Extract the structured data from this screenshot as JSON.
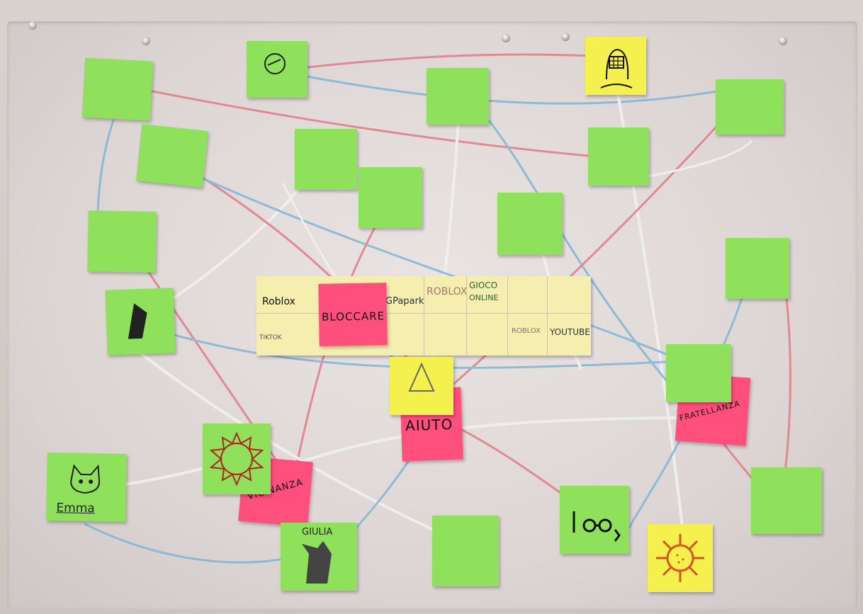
{
  "image": {
    "subject": "Sticky-note concept map on a wall poster connected by colored strings",
    "central_strip": {
      "cells": [
        "Roblox",
        "GPapark",
        "ROBLOX",
        "GIOCO",
        "ONLINE",
        "TIKTOK",
        "YOUTUBE",
        "ROBLOX"
      ]
    },
    "pink_notes": {
      "bloccare": "BLOCCARE",
      "aiuto": "AIUTO",
      "vicinanza": "VICINANZA",
      "fratellanza": "FRATELLANZA"
    },
    "green_notes": {
      "emma": "Emma",
      "giulia": "GIULIA"
    },
    "colors": {
      "green_note": "#8fe05a",
      "pink_note": "#ff4f7d",
      "yellow_note": "#f4f14f",
      "string_blue": "#7fb6d6",
      "string_red": "#e37b8a",
      "string_white": "#f2f2f2"
    }
  }
}
